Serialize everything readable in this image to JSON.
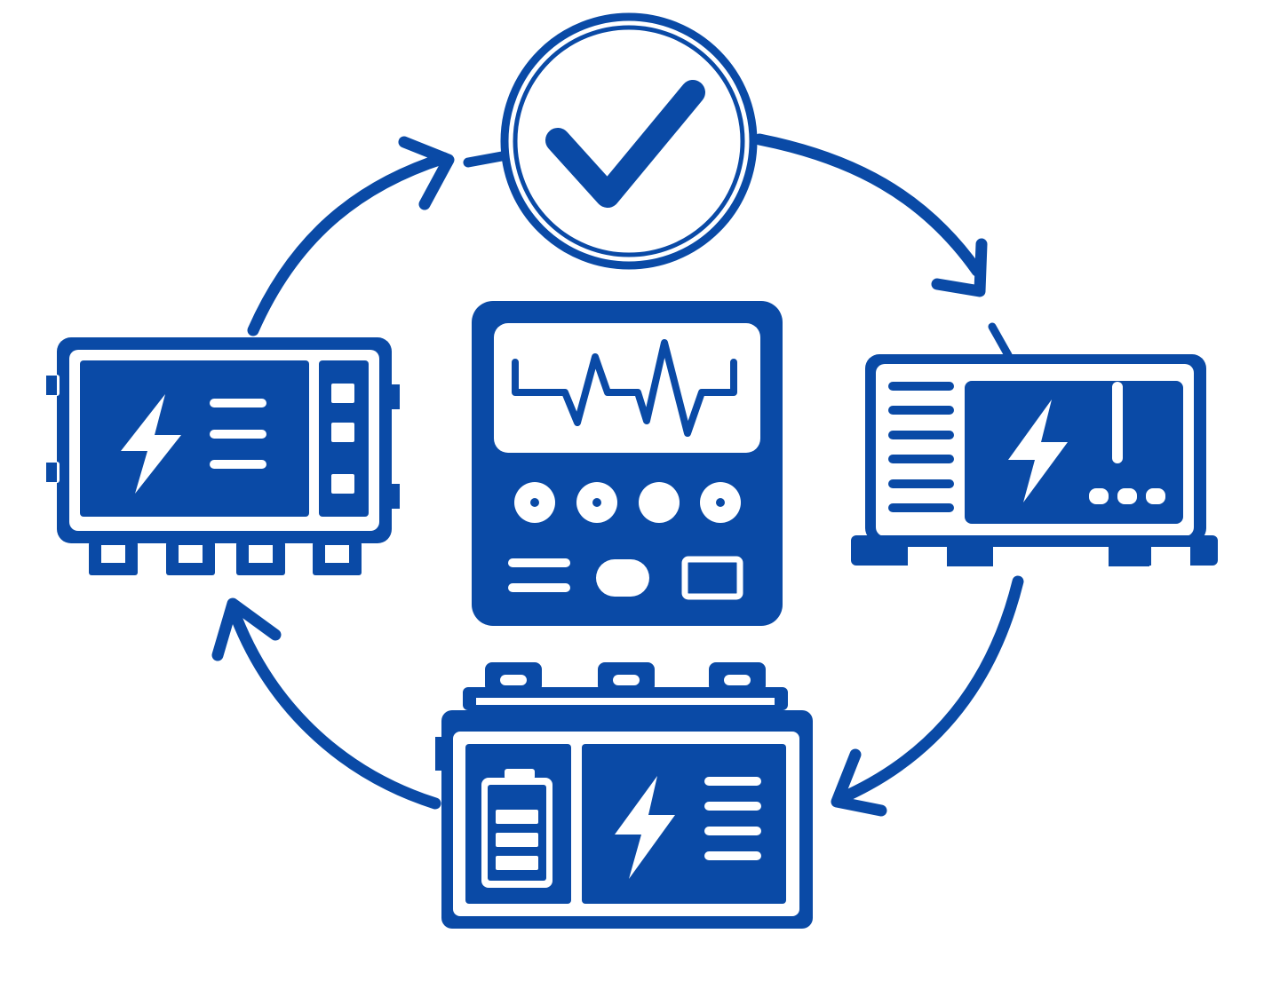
{
  "diagram": {
    "type": "cycle",
    "colors": {
      "primary": "#0a4aa6",
      "background": "#ffffff"
    },
    "nodes": [
      {
        "id": "top",
        "icon": "check-circle-icon"
      },
      {
        "id": "center",
        "icon": "monitoring-panel-icon"
      },
      {
        "id": "left",
        "icon": "power-controller-icon"
      },
      {
        "id": "right",
        "icon": "charging-station-icon"
      },
      {
        "id": "bottom",
        "icon": "battery-pack-icon"
      }
    ],
    "edges": [
      {
        "from": "left",
        "to": "top"
      },
      {
        "from": "top",
        "to": "right"
      },
      {
        "from": "right",
        "to": "bottom"
      },
      {
        "from": "bottom",
        "to": "left"
      }
    ]
  }
}
